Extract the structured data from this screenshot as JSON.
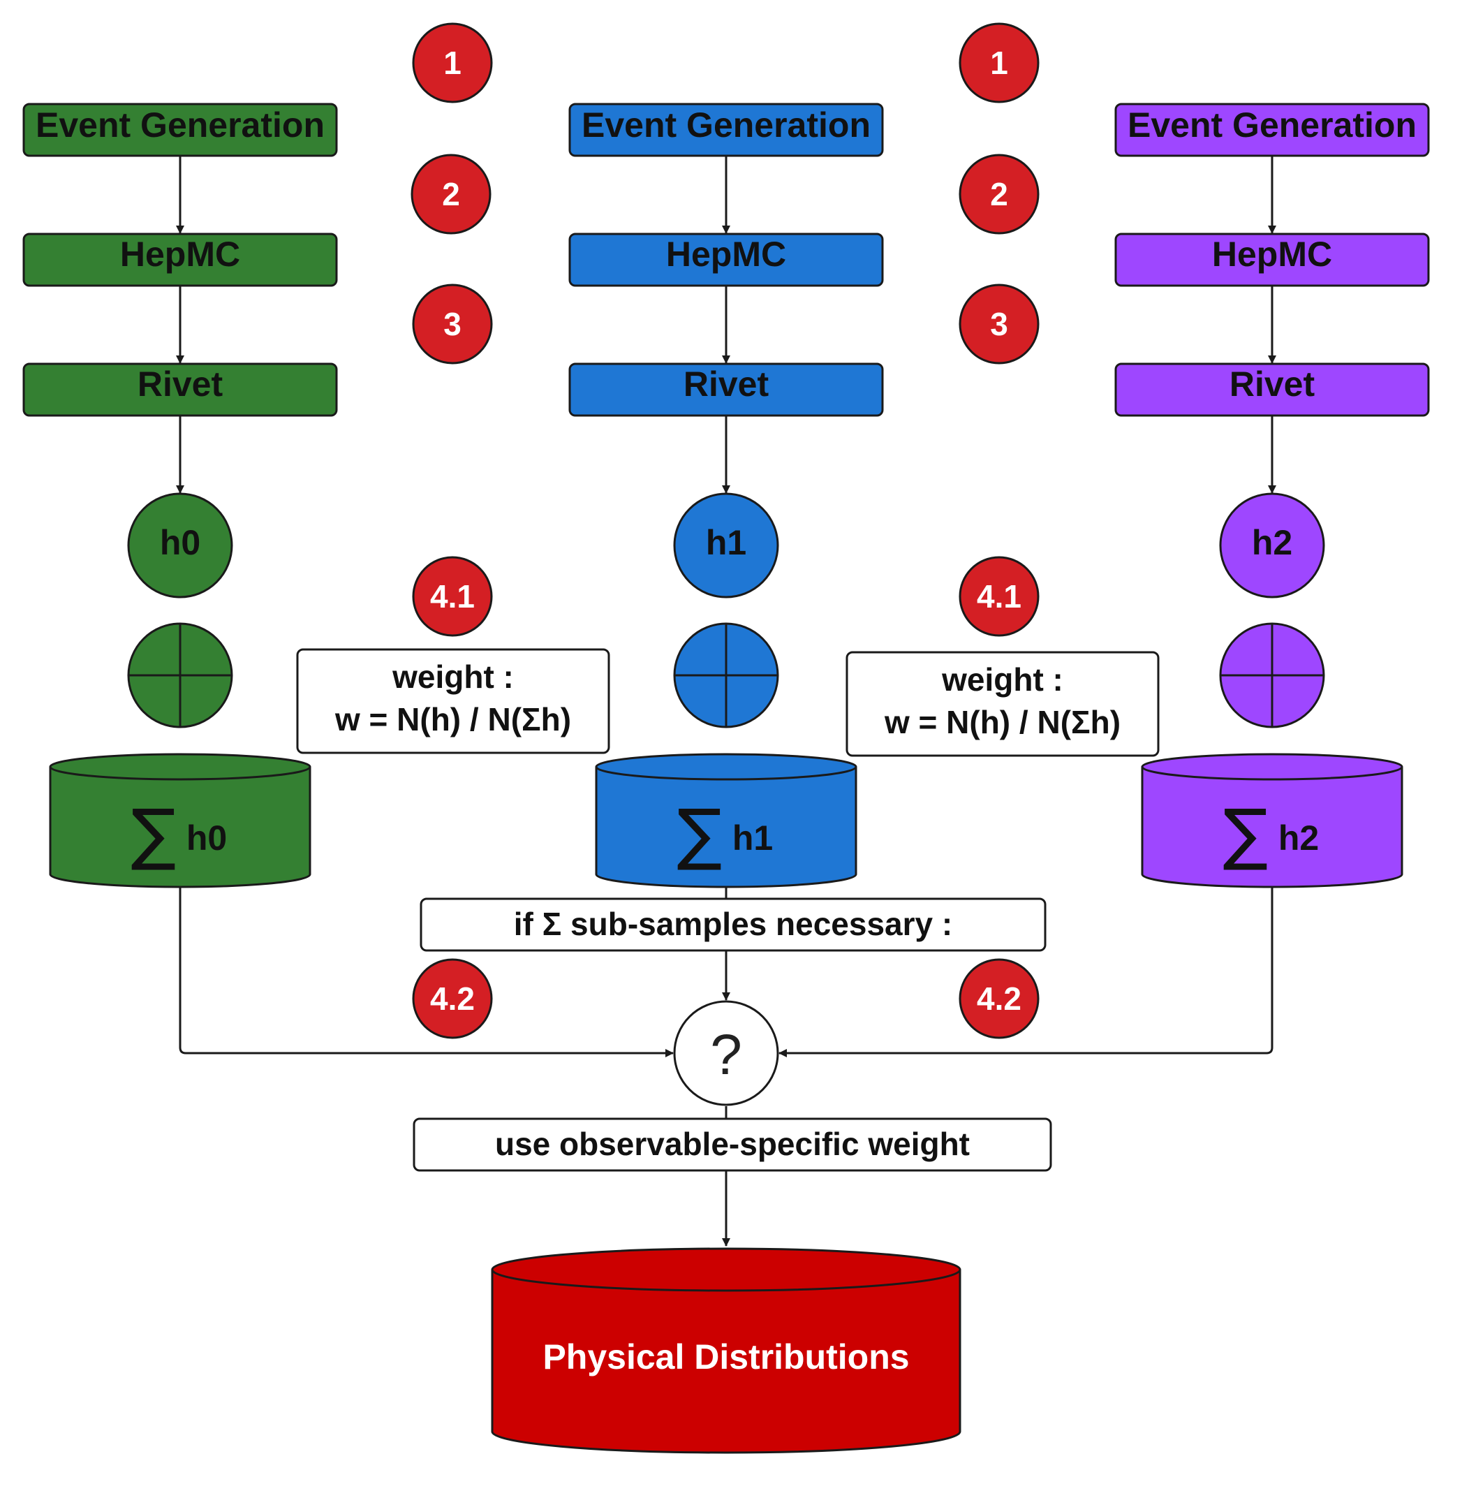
{
  "colors": {
    "green": "#348032",
    "blue": "#1f77d4",
    "purple": "#9e47ff",
    "badge": "#d41f24",
    "output": "#cc0000",
    "stroke": "#1a1a1a"
  },
  "columns": [
    {
      "color": "green",
      "event_label": "Event Generation",
      "hepmc_label": "HepMC",
      "rivet_label": "Rivet",
      "hist_label": "h0",
      "sum_label": "h0"
    },
    {
      "color": "blue",
      "event_label": "Event Generation",
      "hepmc_label": "HepMC",
      "rivet_label": "Rivet",
      "hist_label": "h1",
      "sum_label": "h1"
    },
    {
      "color": "purple",
      "event_label": "Event Generation",
      "hepmc_label": "HepMC",
      "rivet_label": "Rivet",
      "hist_label": "h2",
      "sum_label": "h2"
    }
  ],
  "badges": {
    "left": [
      "1",
      "2",
      "3",
      "4.1",
      "4.2"
    ],
    "right": [
      "1",
      "2",
      "3",
      "4.1",
      "4.2"
    ]
  },
  "sum_symbol": "∑",
  "weight_notes": [
    {
      "line1": "weight :",
      "line2": "w = N(h) / N(Σh)"
    },
    {
      "line1": "weight :",
      "line2": "w = N(h) / N(Σh)"
    }
  ],
  "subsample_note": "if Σ sub-samples necessary :",
  "decision_symbol": "?",
  "observable_note": "use observable-specific weight",
  "output_label": "Physical Distributions"
}
